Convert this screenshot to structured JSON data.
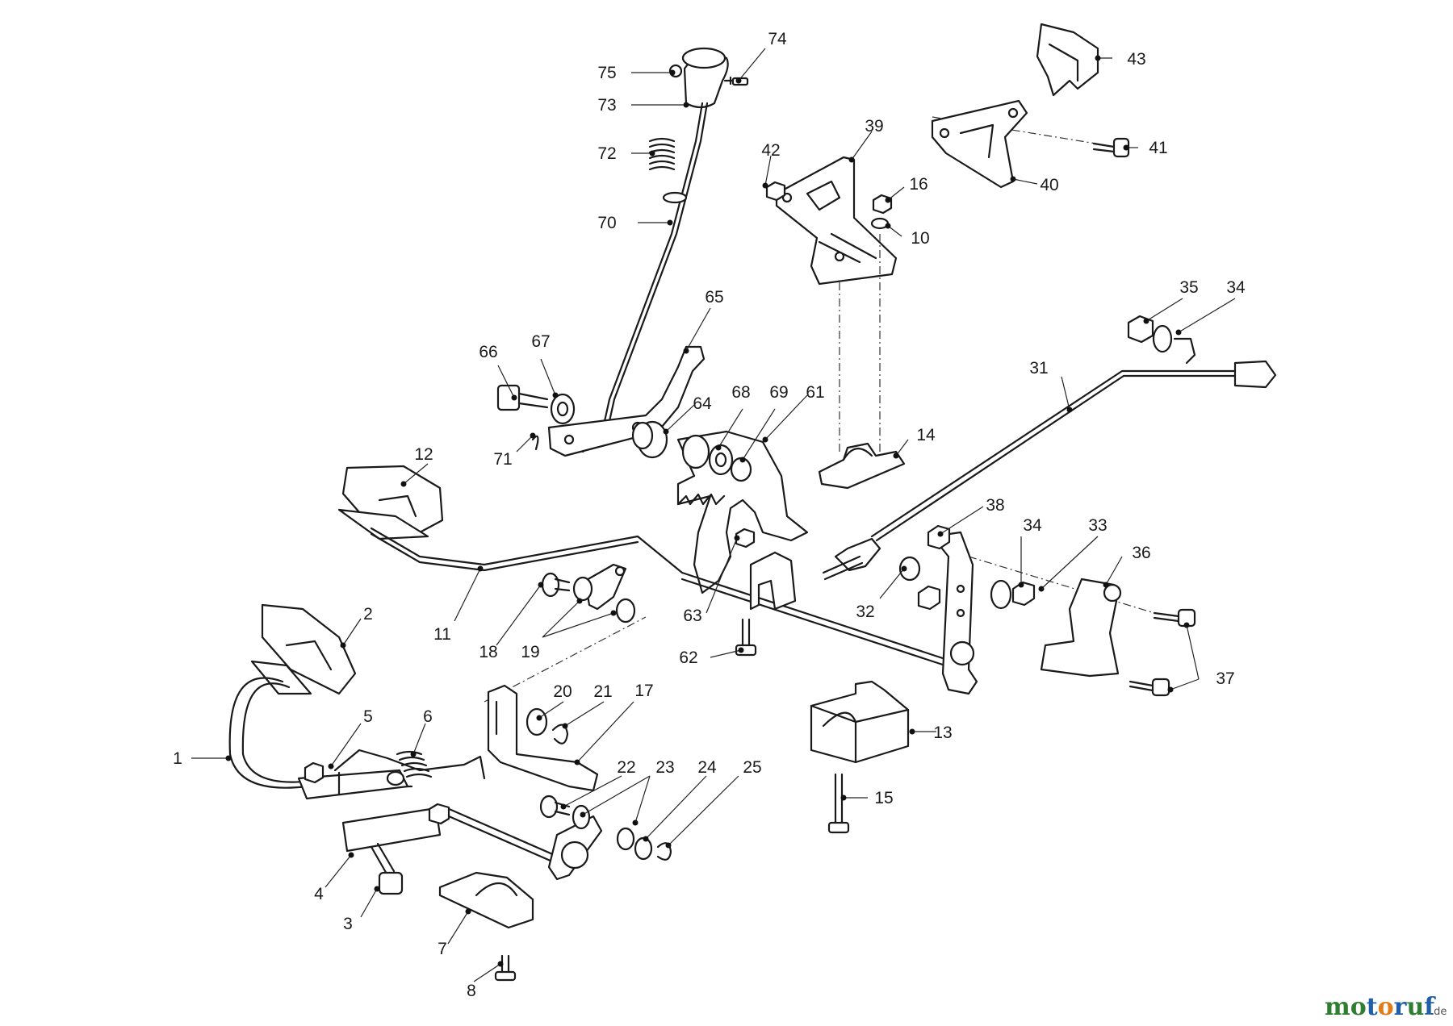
{
  "callouts": [
    {
      "n": "1"
    },
    {
      "n": "2"
    },
    {
      "n": "3"
    },
    {
      "n": "4"
    },
    {
      "n": "5"
    },
    {
      "n": "6"
    },
    {
      "n": "7"
    },
    {
      "n": "8"
    },
    {
      "n": "10"
    },
    {
      "n": "11"
    },
    {
      "n": "12"
    },
    {
      "n": "13"
    },
    {
      "n": "14"
    },
    {
      "n": "15"
    },
    {
      "n": "16"
    },
    {
      "n": "17"
    },
    {
      "n": "18"
    },
    {
      "n": "19"
    },
    {
      "n": "20"
    },
    {
      "n": "21"
    },
    {
      "n": "22"
    },
    {
      "n": "23"
    },
    {
      "n": "24"
    },
    {
      "n": "25"
    },
    {
      "n": "31"
    },
    {
      "n": "32"
    },
    {
      "n": "33"
    },
    {
      "n": "34"
    },
    {
      "n": "34"
    },
    {
      "n": "35"
    },
    {
      "n": "36"
    },
    {
      "n": "37"
    },
    {
      "n": "38"
    },
    {
      "n": "39"
    },
    {
      "n": "40"
    },
    {
      "n": "41"
    },
    {
      "n": "42"
    },
    {
      "n": "43"
    },
    {
      "n": "61"
    },
    {
      "n": "62"
    },
    {
      "n": "63"
    },
    {
      "n": "64"
    },
    {
      "n": "65"
    },
    {
      "n": "66"
    },
    {
      "n": "67"
    },
    {
      "n": "68"
    },
    {
      "n": "69"
    },
    {
      "n": "70"
    },
    {
      "n": "71"
    },
    {
      "n": "72"
    },
    {
      "n": "73"
    },
    {
      "n": "74"
    },
    {
      "n": "75"
    }
  ],
  "watermark": {
    "letters": [
      {
        "t": "m",
        "color": "#2f7d32"
      },
      {
        "t": "o",
        "color": "#2f7d32"
      },
      {
        "t": "t",
        "color": "#1f5fa8"
      },
      {
        "t": "o",
        "color": "#e07b16"
      },
      {
        "t": "r",
        "color": "#1f5fa8"
      },
      {
        "t": "u",
        "color": "#2f7d32"
      },
      {
        "t": "f",
        "color": "#1f5fa8"
      }
    ],
    "suffix": ".de"
  }
}
